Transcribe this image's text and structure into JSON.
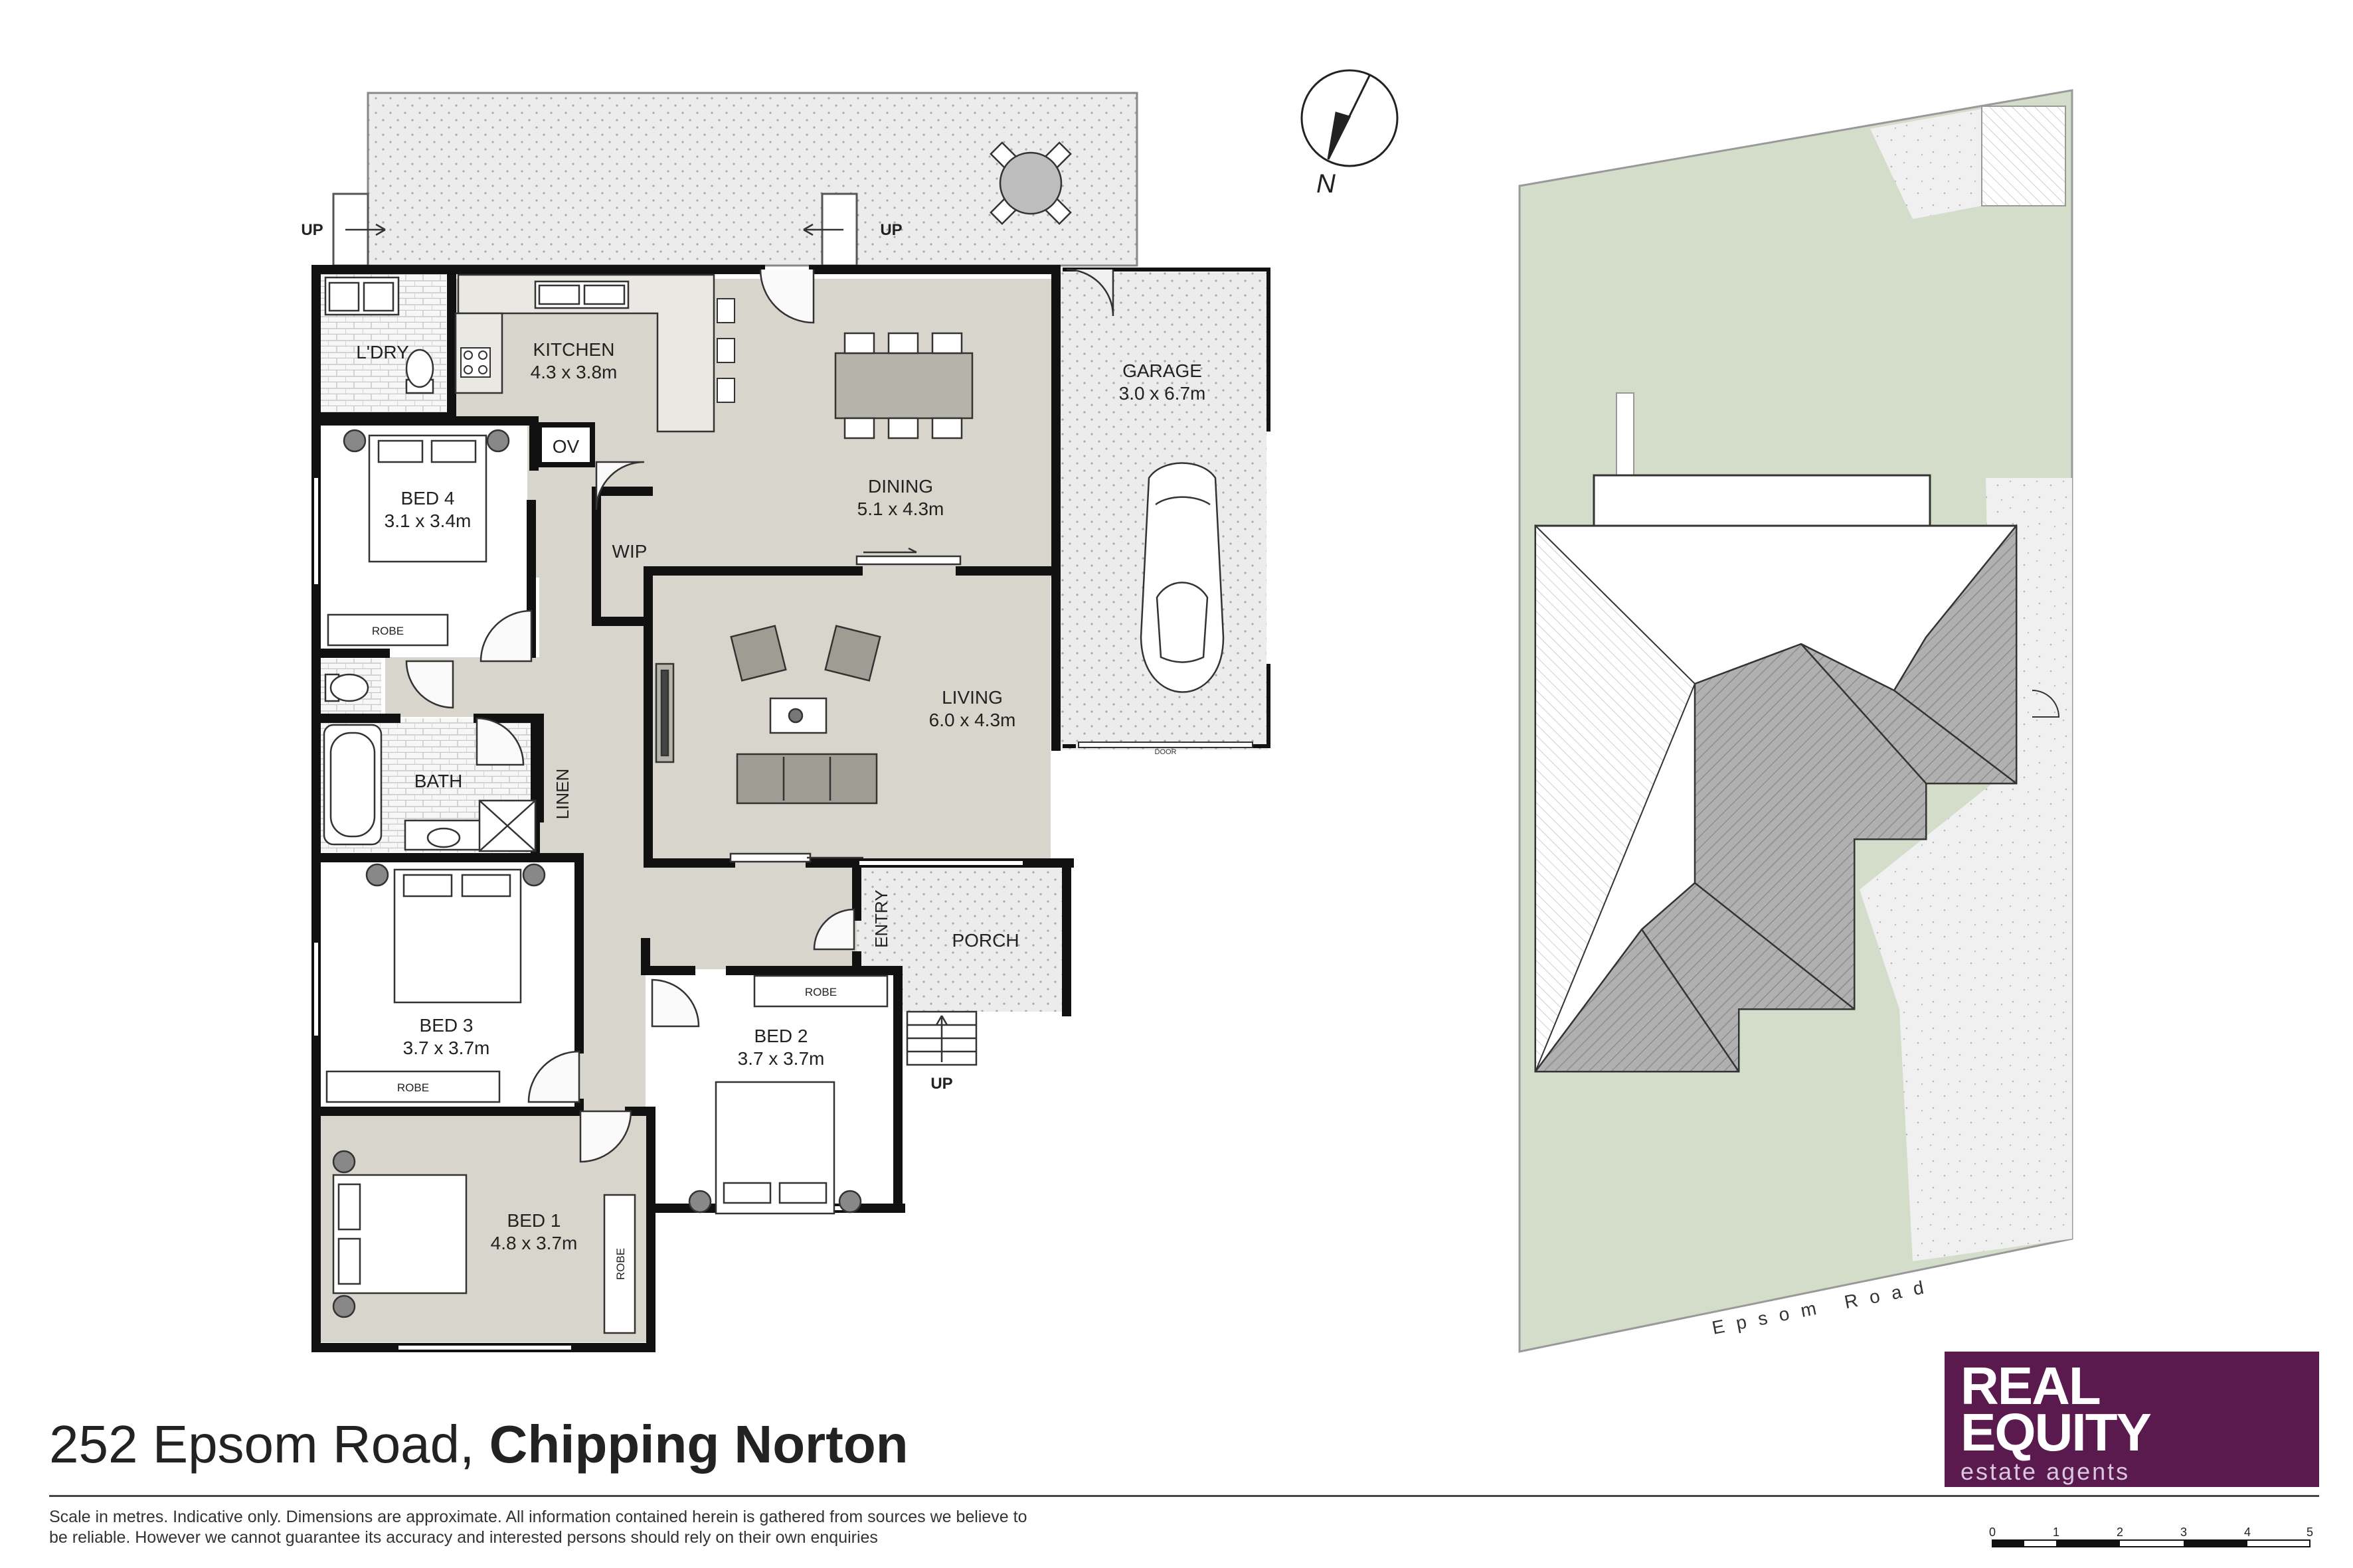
{
  "colors": {
    "wall": "#111111",
    "room_fill": "#d8d6cc",
    "outdoor_fill": "#ececec",
    "lawn": "#d3ddc9",
    "roof_light": "#ffffff",
    "roof_dark": "#a8a8a8",
    "logo_bg": "#5b1a4e"
  },
  "rooms": {
    "laundry": {
      "name": "L'DRY"
    },
    "kitchen": {
      "name": "KITCHEN",
      "size": "4.3 x 3.8m"
    },
    "dining": {
      "name": "DINING",
      "size": "5.1 x 4.3m"
    },
    "garage": {
      "name": "GARAGE",
      "size": "3.0 x 6.7m"
    },
    "bed4": {
      "name": "BED 4",
      "size": "3.1 x 3.4m"
    },
    "living": {
      "name": "LIVING",
      "size": "6.0 x 4.3m"
    },
    "bath": {
      "name": "BATH"
    },
    "bed3": {
      "name": "BED 3",
      "size": "3.7 x 3.7m"
    },
    "bed2": {
      "name": "BED 2",
      "size": "3.7 x 3.7m"
    },
    "bed1": {
      "name": "BED 1",
      "size": "4.8 x 3.7m"
    },
    "porch": {
      "name": "PORCH"
    }
  },
  "labels": {
    "ov": "OV",
    "wip": "WIP",
    "linen": "LINEN",
    "entry": "ENTRY",
    "robe": "ROBE",
    "up": "UP",
    "door": "DOOR",
    "north": "N",
    "street": "Epsom Road"
  },
  "address": {
    "street": "252 Epsom Road,",
    "suburb": "Chipping Norton"
  },
  "disclaimer": "Scale in metres. Indicative only. Dimensions are approximate. All information contained herein is gathered from sources we believe to be reliable. However we cannot guarantee its accuracy and interested persons should rely on their own enquiries",
  "scale_bar": {
    "ticks": [
      "0",
      "1",
      "2",
      "3",
      "4",
      "5"
    ]
  },
  "logo": {
    "line1": "REAL",
    "line2": "EQUITY",
    "line3": "estate agents"
  }
}
